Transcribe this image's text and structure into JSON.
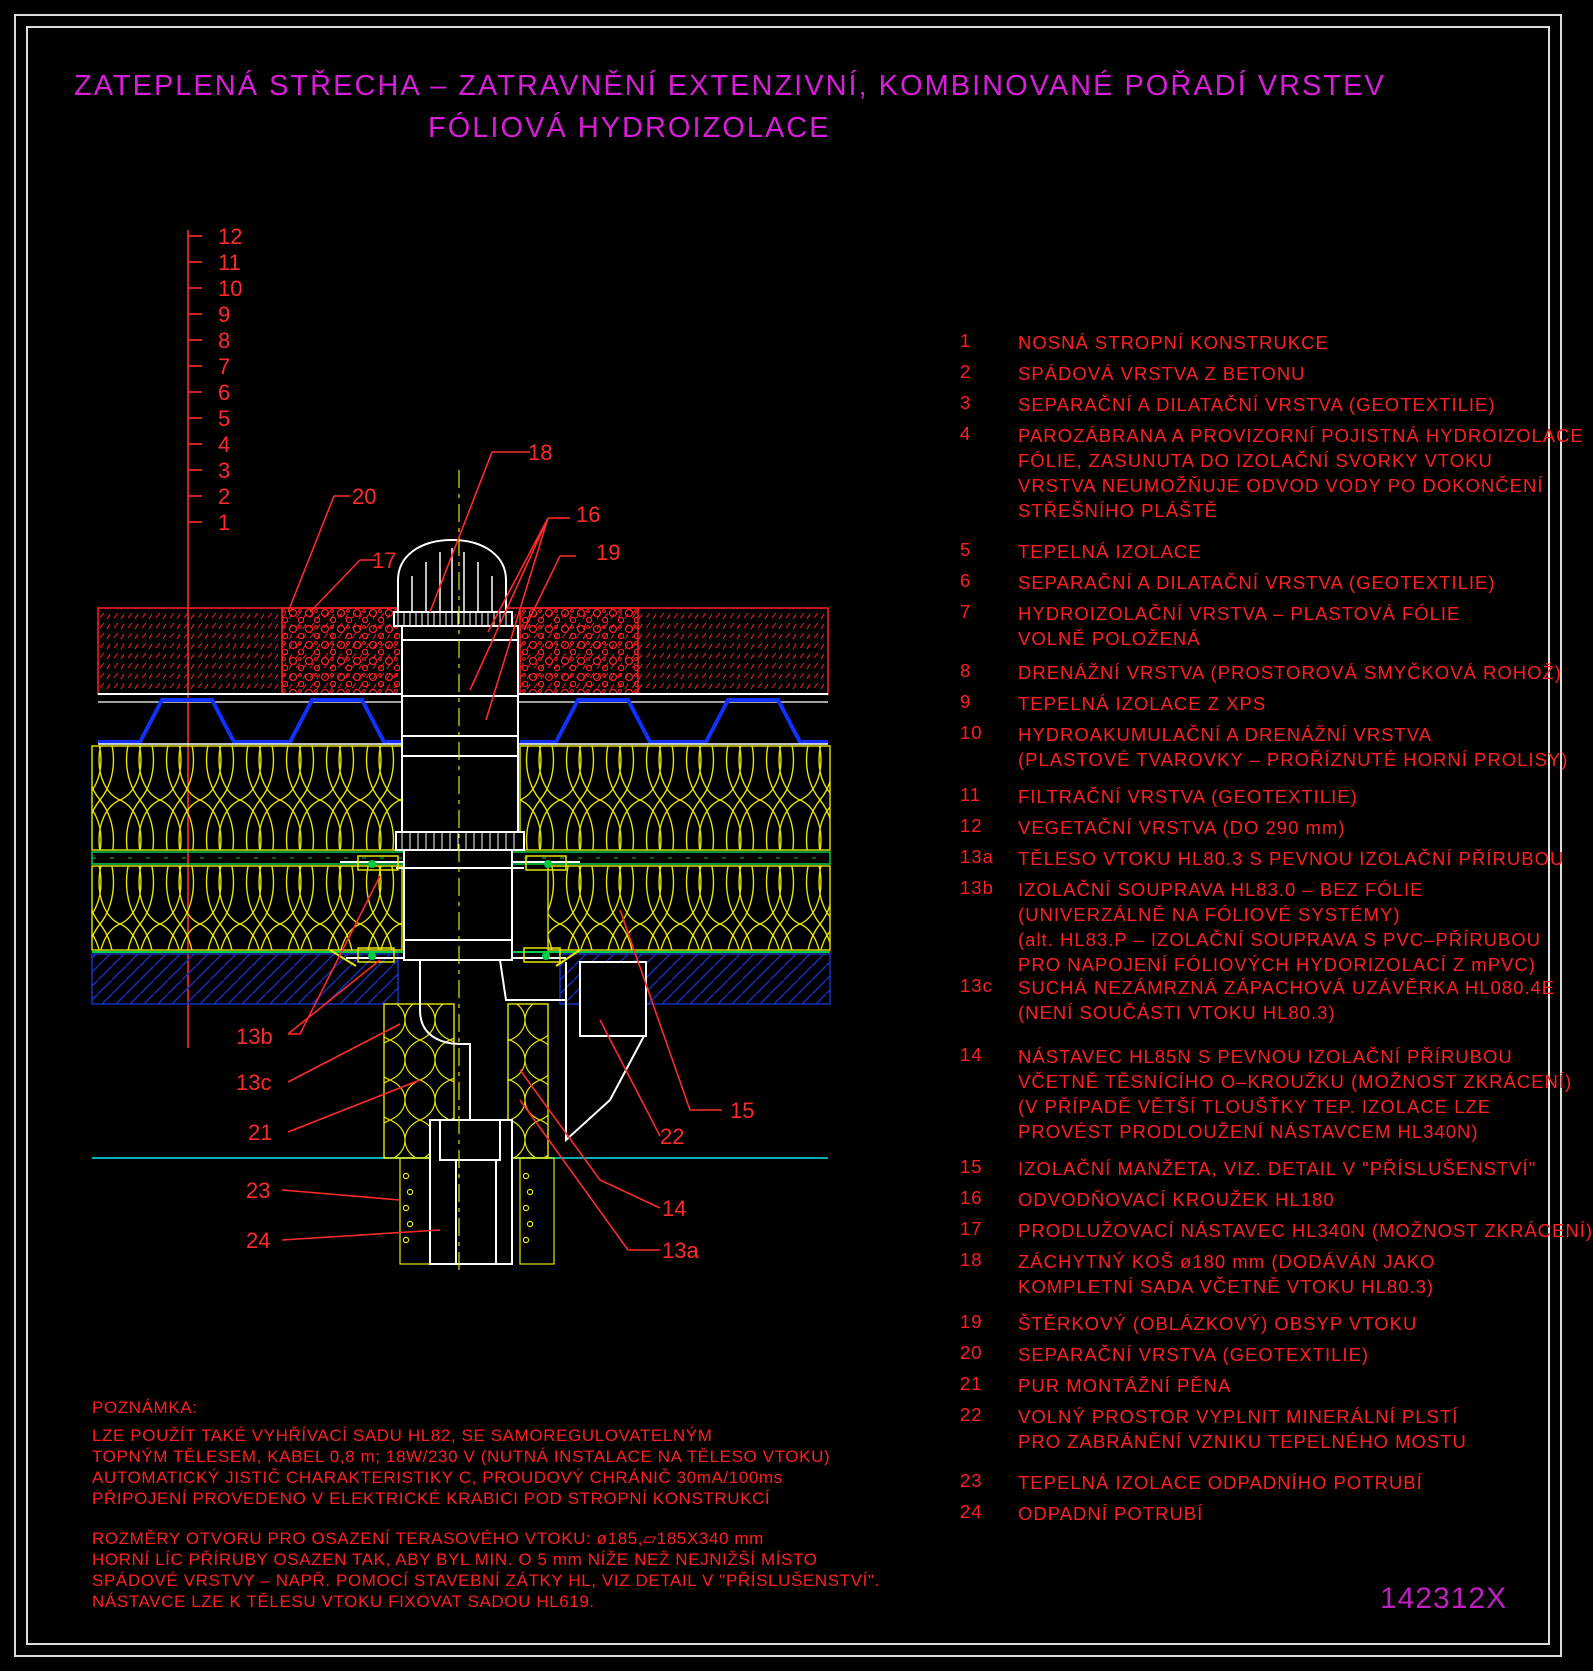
{
  "title": {
    "line1": "ZATEPLENÁ STŘECHA – ZATRAVNĚNÍ EXTENZIVNÍ, KOMBINOVANÉ POŘADÍ VRSTEV",
    "line2": "FÓLIOVÁ HYDROIZOLACE"
  },
  "ruler": [
    "12",
    "11",
    "10",
    "9",
    "8",
    "7",
    "6",
    "5",
    "4",
    "3",
    "2",
    "1"
  ],
  "callouts": [
    "18",
    "20",
    "17",
    "16",
    "19",
    "13b",
    "13c",
    "21",
    "23",
    "24",
    "22",
    "15",
    "14",
    "13a"
  ],
  "legend": [
    {
      "num": "1",
      "lines": [
        "NOSNÁ STROPNÍ KONSTRUKCE"
      ]
    },
    {
      "num": "2",
      "lines": [
        "SPÁDOVÁ VRSTVA Z BETONU"
      ]
    },
    {
      "num": "3",
      "lines": [
        "SEPARAČNÍ A DILATAČNÍ VRSTVA (GEOTEXTILIE)"
      ]
    },
    {
      "num": "4",
      "lines": [
        "PAROZÁBRANA A PROVIZORNÍ POJISTNÁ HYDROIZOLACE",
        "FÓLIE, ZASUNUTA DO IZOLAČNÍ SVORKY VTOKU",
        "VRSTVA NEUMOŽŇUJE ODVOD VODY PO DOKONČENÍ",
        "STŘEŠNÍHO PLÁŠTĚ"
      ]
    },
    {
      "num": "5",
      "lines": [
        "TEPELNÁ IZOLACE"
      ]
    },
    {
      "num": "6",
      "lines": [
        "SEPARAČNÍ A DILATAČNÍ VRSTVA (GEOTEXTILIE)"
      ]
    },
    {
      "num": "7",
      "lines": [
        "HYDROIZOLAČNÍ VRSTVA – PLASTOVÁ FÓLIE",
        "VOLNĚ POLOŽENÁ"
      ]
    },
    {
      "num": "8",
      "lines": [
        "DRENÁŽNÍ VRSTVA (PROSTOROVÁ SMYČKOVÁ ROHOŽ)"
      ]
    },
    {
      "num": "9",
      "lines": [
        "TEPELNÁ IZOLACE Z XPS"
      ]
    },
    {
      "num": "10",
      "lines": [
        "HYDROAKUMULAČNÍ A DRENÁŽNÍ VRSTVA",
        "(PLASTOVÉ TVAROVKY – PROŘÍZNUTÉ HORNÍ PROLISY)"
      ]
    },
    {
      "num": "11",
      "lines": [
        "FILTRAČNÍ VRSTVA (GEOTEXTILIE)"
      ]
    },
    {
      "num": "12",
      "lines": [
        "VEGETAČNÍ VRSTVA (DO 290 mm)"
      ]
    },
    {
      "num": "13a",
      "lines": [
        "TĚLESO VTOKU HL80.3 S PEVNOU IZOLAČNÍ PŘÍRUBOU"
      ]
    },
    {
      "num": "13b",
      "lines": [
        "IZOLAČNÍ SOUPRAVA HL83.0 – BEZ FÓLIE",
        "(UNIVERZÁLNĚ NA FÓLIOVÉ SYSTÉMY)",
        "(alt. HL83.P – IZOLAČNÍ SOUPRAVA S PVC–PŘÍRUBOU",
        "PRO NAPOJENÍ FÓLIOVÝCH HYDORIZOLACÍ Z mPVC)"
      ]
    },
    {
      "num": "13c",
      "lines": [
        "SUCHÁ NEZÁMRZNÁ ZÁPACHOVÁ UZÁVĚRKA HL080.4E",
        "(NENÍ SOUČÁSTI VTOKU HL80.3)"
      ]
    },
    {
      "num": "14",
      "lines": [
        "NÁSTAVEC HL85N S PEVNOU IZOLAČNÍ PŘÍRUBOU",
        "VČETNĚ TĚSNÍCÍHO O–KROUŽKU (MOŽNOST ZKRÁCENÍ)",
        "(V PŘÍPADĚ VĚTŠÍ TLOUŠŤKY TEP. IZOLACE LZE",
        "PROVÉST PRODLOUŽENÍ NÁSTAVCEM HL340N)"
      ]
    },
    {
      "num": "15",
      "lines": [
        "IZOLAČNÍ MANŽETA, VIZ. DETAIL V \"PŘÍSLUŠENSTVÍ\""
      ]
    },
    {
      "num": "16",
      "lines": [
        "ODVODŇOVACÍ KROUŽEK HL180"
      ]
    },
    {
      "num": "17",
      "lines": [
        "PRODLUŽOVACÍ NÁSTAVEC HL340N (MOŽNOST ZKRÁCENÍ)"
      ]
    },
    {
      "num": "18",
      "lines": [
        "ZÁCHYTNÝ KOŠ ø180 mm (DODÁVÁN JAKO",
        "KOMPLETNÍ SADA VČETNĚ VTOKU HL80.3)"
      ]
    },
    {
      "num": "19",
      "lines": [
        "ŠTĚRKOVÝ (OBLÁZKOVÝ) OBSYP VTOKU"
      ]
    },
    {
      "num": "20",
      "lines": [
        "SEPARAČNÍ VRSTVA (GEOTEXTILIE)"
      ]
    },
    {
      "num": "21",
      "lines": [
        "PUR MONTÁŽNÍ PĚNA"
      ]
    },
    {
      "num": "22",
      "lines": [
        "VOLNÝ PROSTOR VYPLNIT MINERÁLNÍ PLSTÍ",
        "PRO ZABRÁNĚNÍ VZNIKU TEPELNÉHO MOSTU"
      ]
    },
    {
      "num": "23",
      "lines": [
        "TEPELNÁ IZOLACE ODPADNÍHO POTRUBÍ"
      ]
    },
    {
      "num": "24",
      "lines": [
        "ODPADNÍ POTRUBÍ"
      ]
    }
  ],
  "note": {
    "heading": "POZNÁMKA:",
    "para1": [
      "LZE POUŽÍT TAKÉ VYHŘÍVACÍ SADU HL82, SE SAMOREGULOVATELNÝM",
      "TOPNÝM TĚLESEM, KABEL 0,8 m; 18W/230 V (NUTNÁ INSTALACE NA TĚLESO VTOKU)",
      "AUTOMATICKÝ JISTIČ CHARAKTERISTIKY C, PROUDOVÝ CHRÁNIČ 30mA/100ms",
      "PŘIPOJENÍ PROVEDENO V ELEKTRICKÉ KRABICI POD STROPNÍ KONSTRUKCÍ"
    ],
    "para2": [
      "ROZMĚRY OTVORU PRO OSAZENÍ TERASOVÉHO VTOKU: ø185,▱185X340 mm",
      "HORNÍ LÍC PŘÍRUBY OSAZEN TAK, ABY BYL MIN. O 5 mm NÍŽE NEŽ NEJNIŽŠÍ MÍSTO",
      "SPÁDOVÉ VRSTVY – NAPŘ. POMOCÍ STAVEBNÍ ZÁTKY HL, VIZ DETAIL V \"PŘÍSLUŠENSTVÍ\".",
      "NÁSTAVCE LZE K TĚLESU VTOKU FIXOVAT SADOU HL619."
    ]
  },
  "drawing_code": "142312X",
  "colors": {
    "title": "#d81ed8",
    "text": "#ff1f1f",
    "vegetation": "#ff2020",
    "insulation": "#e6e600",
    "drainage": "#1030ff",
    "membrane": "#00cc44",
    "concrete": "#1830c0",
    "ceiling_line": "#00b0b0"
  }
}
